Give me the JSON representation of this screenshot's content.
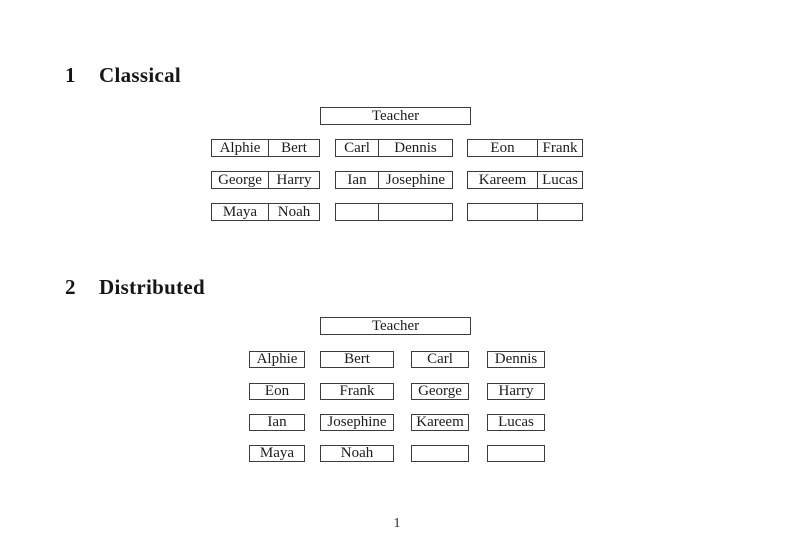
{
  "document": {
    "background": "#ffffff",
    "text_color": "#1c1c1c",
    "border_color": "#3c3c3c",
    "page_number": "1"
  },
  "classical": {
    "number": "1",
    "title": "Classical",
    "teacher_label": "Teacher",
    "desks": [
      {
        "left": "Alphie",
        "right": "Bert"
      },
      {
        "left": "Carl",
        "right": "Dennis"
      },
      {
        "left": "Eon",
        "right": "Frank"
      },
      {
        "left": "George",
        "right": "Harry"
      },
      {
        "left": "Ian",
        "right": "Josephine"
      },
      {
        "left": "Kareem",
        "right": "Lucas"
      },
      {
        "left": "Maya",
        "right": "Noah"
      },
      {
        "left": "",
        "right": ""
      },
      {
        "left": "",
        "right": ""
      }
    ]
  },
  "distributed": {
    "number": "2",
    "title": "Distributed",
    "teacher_label": "Teacher",
    "seats": [
      "Alphie",
      "Bert",
      "Carl",
      "Dennis",
      "Eon",
      "Frank",
      "George",
      "Harry",
      "Ian",
      "Josephine",
      "Kareem",
      "Lucas",
      "Maya",
      "Noah",
      "",
      ""
    ]
  }
}
